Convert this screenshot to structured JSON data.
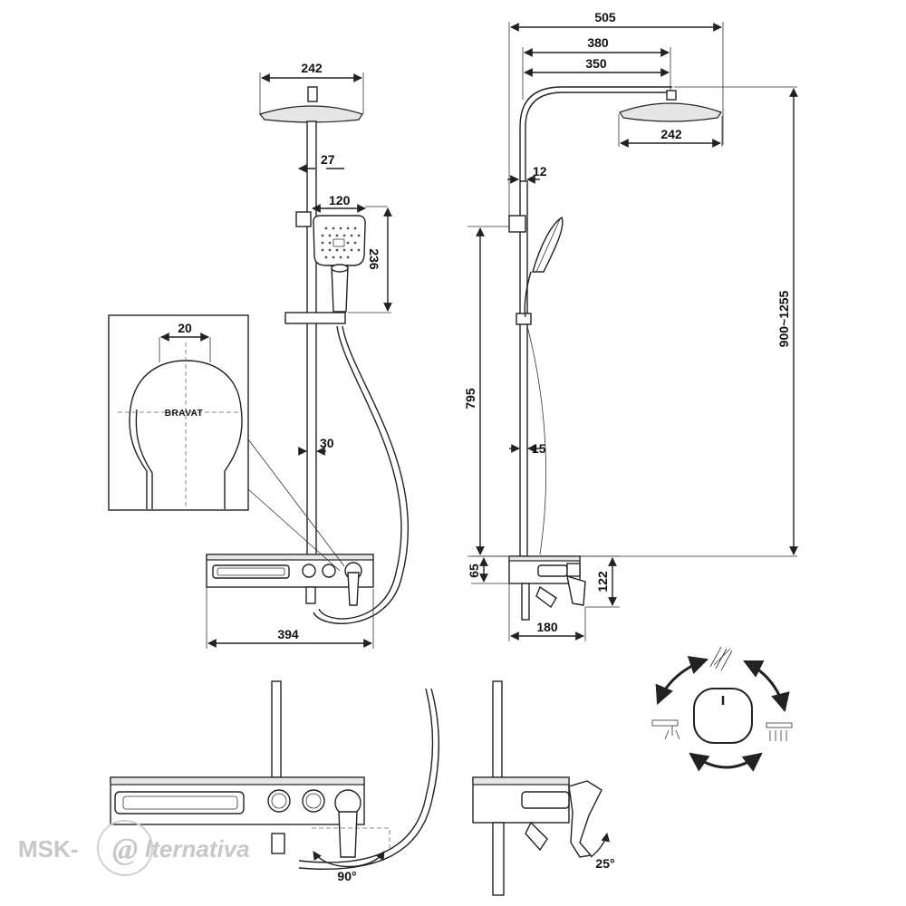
{
  "front_view": {
    "head_width": "242",
    "arm_gap": "27",
    "handheld_width": "120",
    "handheld_height": "236",
    "pipe_diameter": "30",
    "mixer_width": "394"
  },
  "detail_view": {
    "knob_width": "20",
    "brand": "BRAVAT"
  },
  "side_view": {
    "total_reach": "505",
    "arm_reach": "380",
    "head_offset": "350",
    "head_width": "242",
    "upper_pipe": "12",
    "rail_height": "795",
    "lower_pipe": "15",
    "height_range": "900~1255",
    "mixer_height": "65",
    "spout_height": "122",
    "mixer_depth": "180"
  },
  "bottom_views": {
    "handle_rotation": "90°",
    "lever_tilt": "25°"
  },
  "watermark": {
    "prefix": "MSK-",
    "at": "@",
    "suffix": "lternativa"
  }
}
